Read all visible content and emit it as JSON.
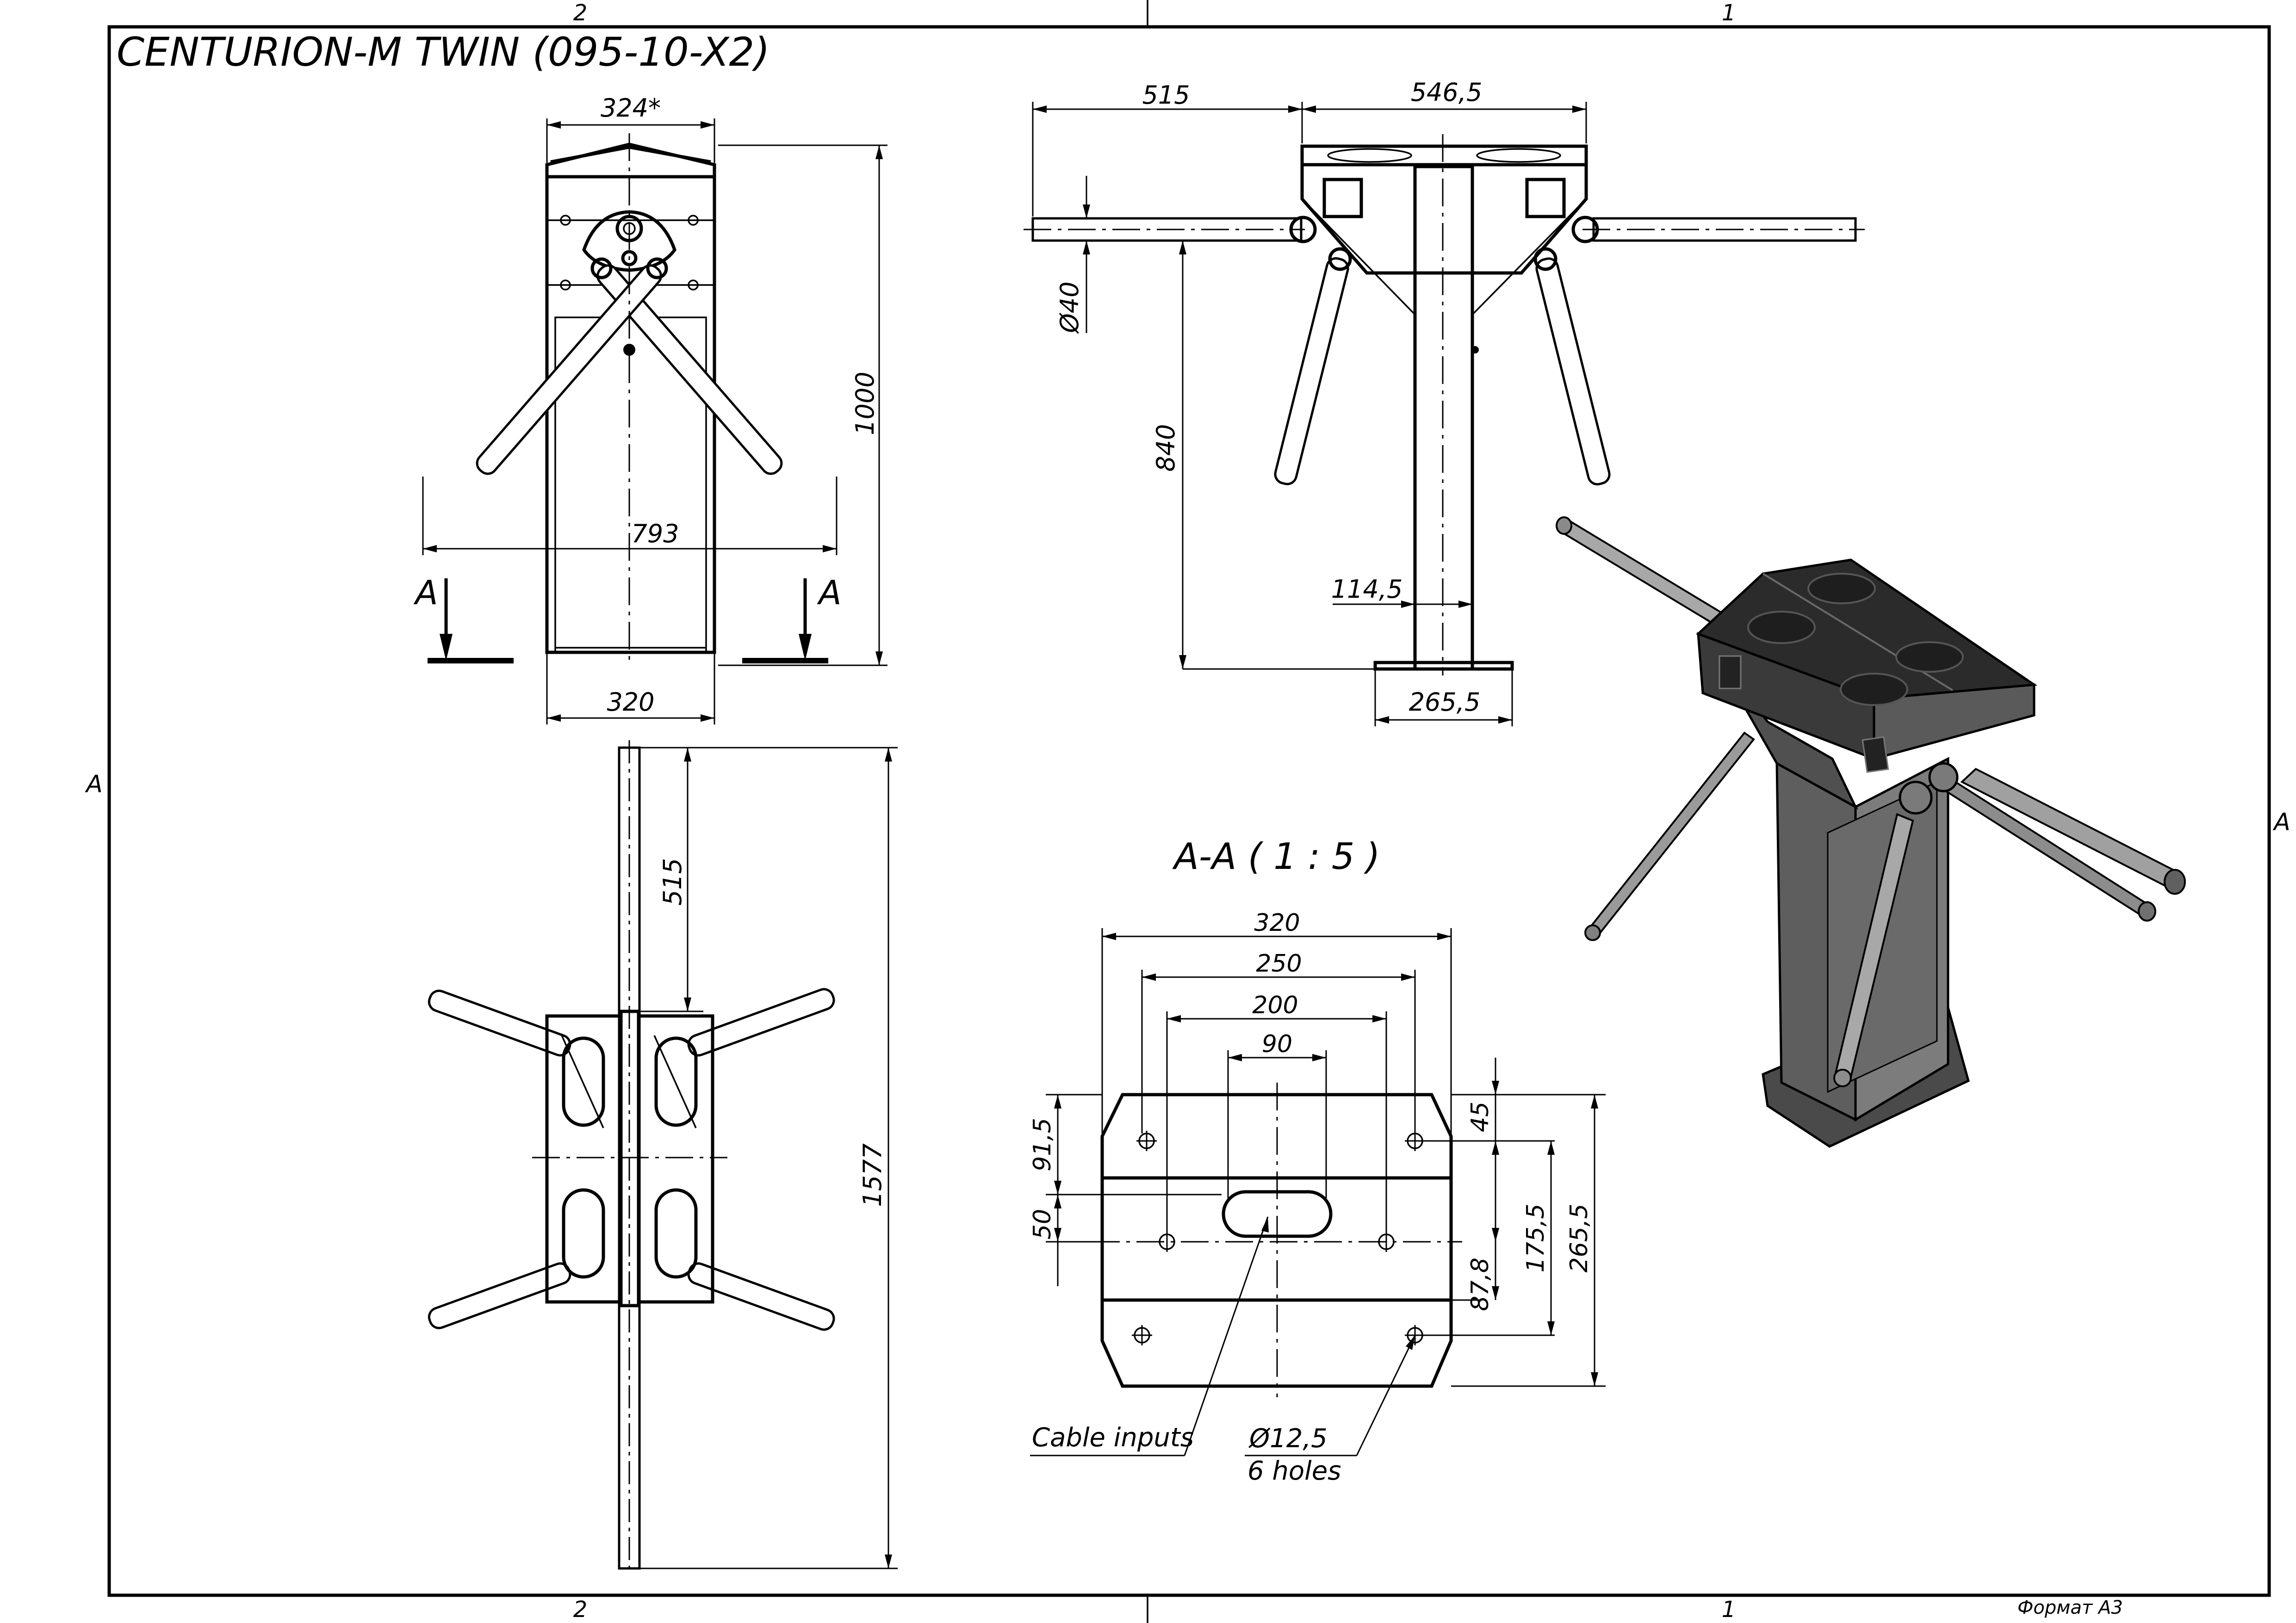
{
  "title": "CENTURION-M TWIN (095-10-X2)",
  "frame": {
    "zone_top_left": "2",
    "zone_top_right": "1",
    "zone_bottom_left": "2",
    "zone_bottom_right": "1",
    "row_left": "A",
    "row_right": "A",
    "format": "Формат А3"
  },
  "front_view": {
    "dim_top_width": "324*",
    "dim_height": "1000",
    "dim_span": "793",
    "dim_base": "320",
    "section_mark_left": "A",
    "section_mark_right": "A"
  },
  "side_view": {
    "dim_arm_length": "515",
    "dim_head_width": "546,5",
    "dim_arm_diameter": "Ø40",
    "dim_arm_height": "840",
    "dim_post_width": "114,5",
    "dim_foot_width": "265,5"
  },
  "top_view": {
    "dim_arm_length": "515",
    "dim_total_length": "1577"
  },
  "section_view": {
    "title": "A-A ( 1 : 5 )",
    "dim_320": "320",
    "dim_250": "250",
    "dim_200": "200",
    "dim_90": "90",
    "dim_91_5": "91,5",
    "dim_50": "50",
    "dim_45": "45",
    "dim_87_8": "87,8",
    "dim_175_5": "175,5",
    "dim_265_5": "265,5",
    "callout_cable": "Cable inputs",
    "callout_hole_diameter": "Ø12,5",
    "callout_hole_count": "6 holes"
  },
  "colors": {
    "line": "#000000",
    "paper": "#ffffff",
    "body_dark": "#2b2b2b",
    "body_grey": "#6e6e6e",
    "arm_grey": "#9a9a9a"
  }
}
